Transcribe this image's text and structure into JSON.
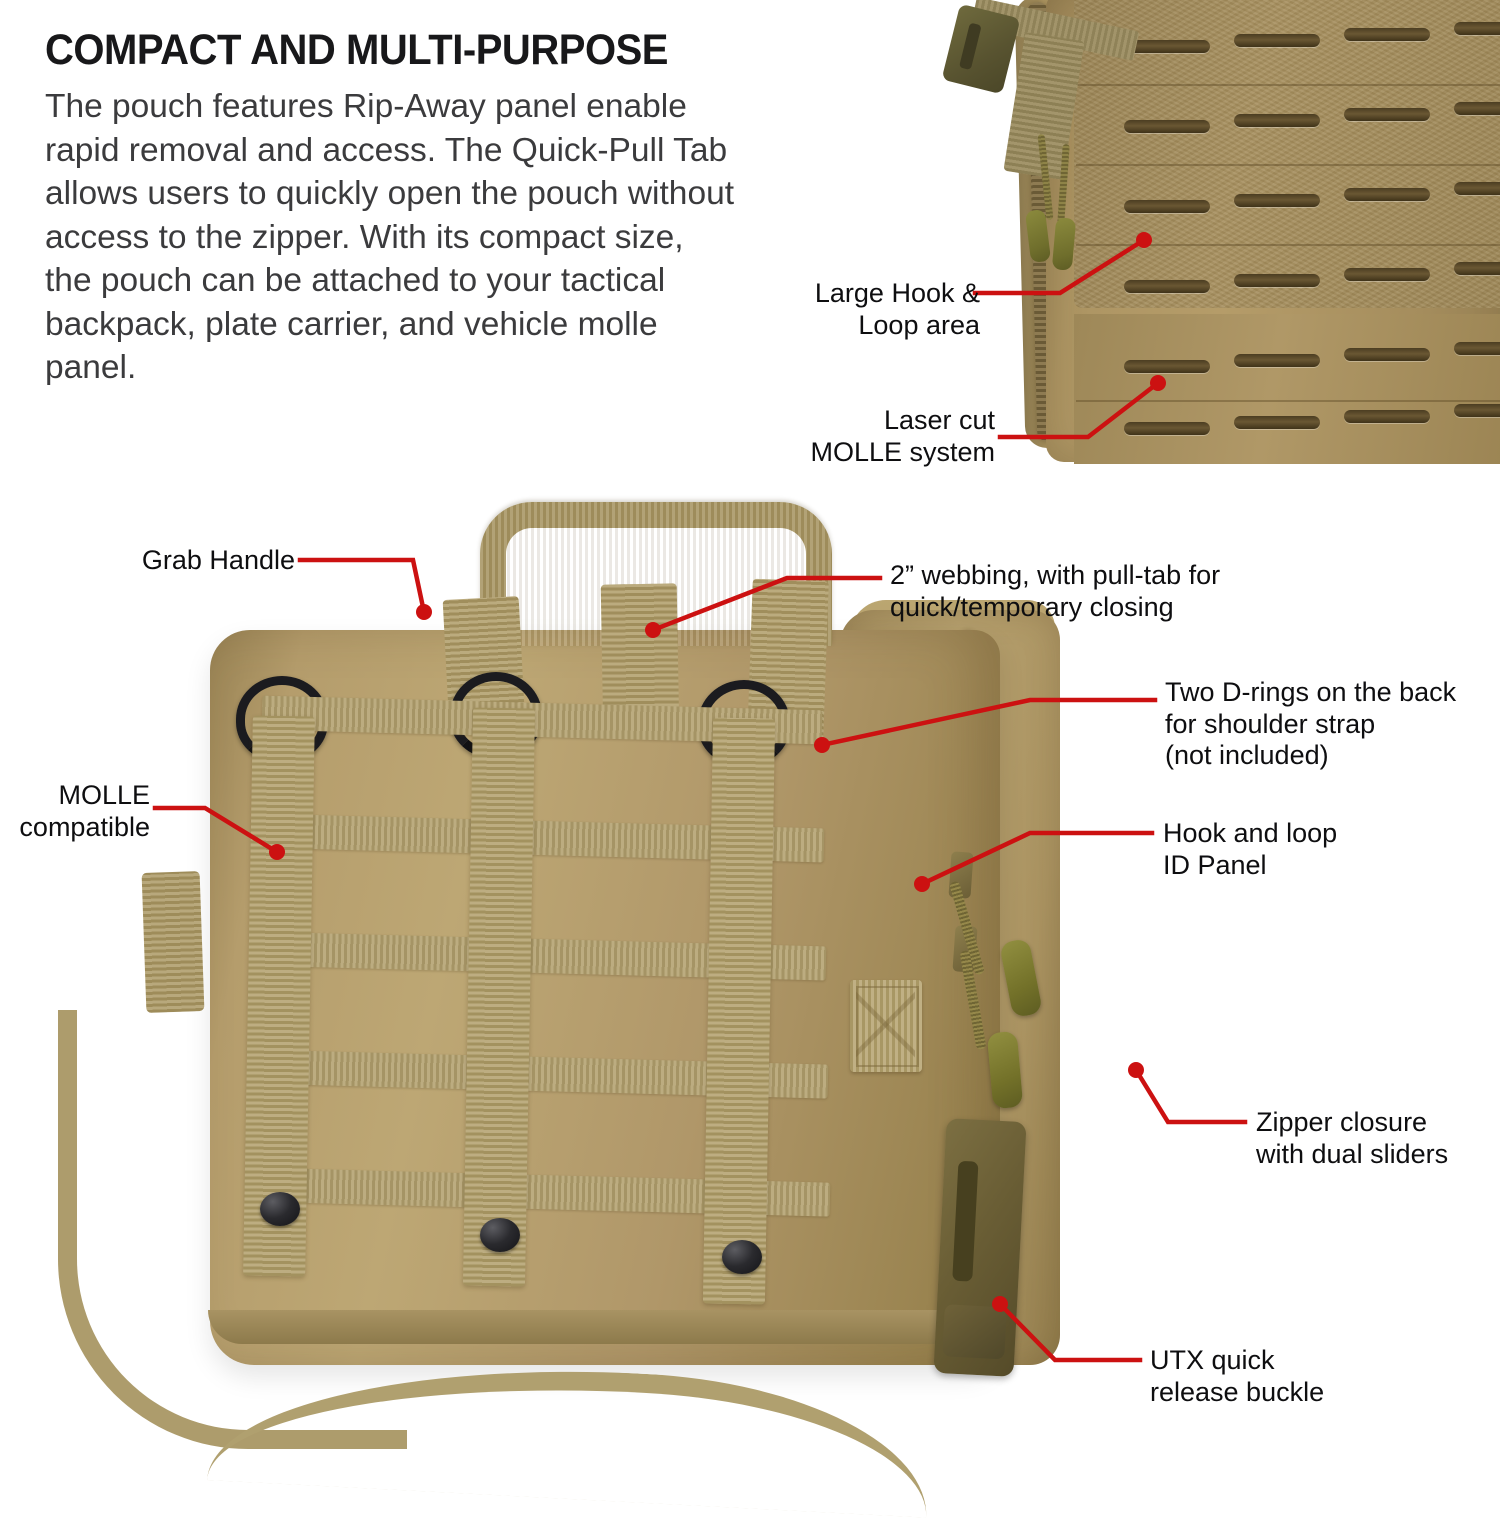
{
  "heading": "COMPACT AND MULTI-PURPOSE",
  "body_text": "The pouch features Rip-Away panel enable rapid removal and access. The Quick-Pull Tab allows users to quickly open the pouch without access to the zipper. With its compact size, the pouch can be attached to your tactical backpack, plate carrier, and vehicle molle panel.",
  "colors": {
    "callout_red": "#cc1111",
    "heading_black": "#18181a",
    "body_gray": "#3b3b3d",
    "fabric_khaki": "#b09769",
    "webbing_tan": "#b5a477",
    "velcro_tan": "#9b8355",
    "hardware_black": "#1b1b1f",
    "buckle_olive": "#6b5e3a",
    "zipper_pull_olive": "#7a7830",
    "background": "#ffffff"
  },
  "callouts": {
    "large_hook_loop": "Large Hook &\nLoop area",
    "laser_cut_molle": "Laser cut\nMOLLE system",
    "grab_handle": "Grab Handle",
    "webbing_pulltab": "2” webbing, with pull-tab for\nquick/temporary closing",
    "two_d_rings": "Two D-rings on the back\nfor shoulder strap\n(not included)",
    "molle_compatible": "MOLLE\ncompatible",
    "hook_loop_id_panel": "Hook and loop\nID Panel",
    "zipper_closure": "Zipper closure\nwith dual sliders",
    "utx_buckle": "UTX quick\nrelease buckle"
  },
  "products": {
    "top": "tactical-pouch-back-panel-laser-cut-molle",
    "main": "tactical-pouch-molle-webbing-back-view"
  }
}
